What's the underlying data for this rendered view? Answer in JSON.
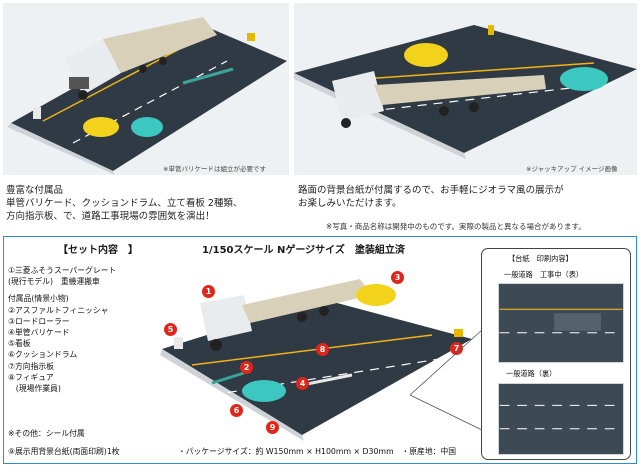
{
  "photos": {
    "top_left_caption": "※単管バリケードは組立が必要です",
    "top_right_caption": "※ジャッキアップ イメージ画像"
  },
  "descriptions": {
    "left": [
      "豊富な付属品",
      "単管バリケード、クッションドラム、立て看板 2種類、",
      "方向指示板、で、道路工事現場の雰囲気を演出！"
    ],
    "right": [
      "路面の背景台紙が付属するので、お手軽にジオラマ風の展示が",
      "お楽しみいただけます。"
    ],
    "disclaimer": "※写真・商品名称は開発中のものです。実際の製品と異なる場合があります。"
  },
  "set": {
    "title": "【セット内容　】",
    "subtitle": "1/150スケール Nゲージサイズ　塗装組立済",
    "items": [
      "①三菱ふそうスーパーグレート",
      "(現行モデル)　重機運搬車",
      "",
      "付属品(情景小物)",
      "②アスファルトフィニッシャ",
      "③ロードローラー",
      "④単管バリケード",
      "⑤看板",
      "⑥クッションドラム",
      "⑦方向指示板",
      "⑧フィギュア",
      "　(現場作業員)"
    ],
    "other": "※その他：シール付属",
    "backdrop_item": "⑨展示用背景台紙(両面印刷)1枚",
    "package": "・パッケージサイズ：約 W150mm × H100mm × D30mm　・原産地：中国",
    "markers": [
      "1",
      "2",
      "3",
      "4",
      "5",
      "6",
      "7",
      "8",
      "9"
    ],
    "marker_color": "#e0261b"
  },
  "daishi": {
    "title": "【台紙　印刷内容】",
    "front_label": "一般道路　工事中（表）",
    "back_label": "一般道路（裏）"
  }
}
